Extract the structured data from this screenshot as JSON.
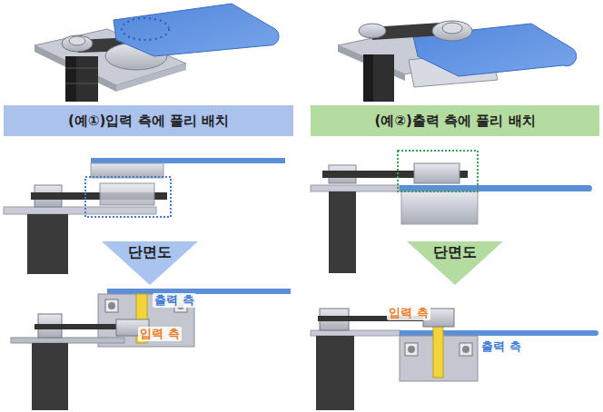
{
  "diagram": {
    "nodes": [
      {
        "text": [
          "(예①)입력 측에 풀리 배치"
        ]
      },
      {
        "text": [
          "(예②)출력 측에 풀리 배치"
        ]
      },
      {
        "text": [
          "단면도"
        ]
      },
      {
        "text": [
          "단면도"
        ]
      }
    ],
    "labels": [
      "출력 측",
      "입력 측",
      "입력 측",
      "출력 측"
    ]
  }
}
